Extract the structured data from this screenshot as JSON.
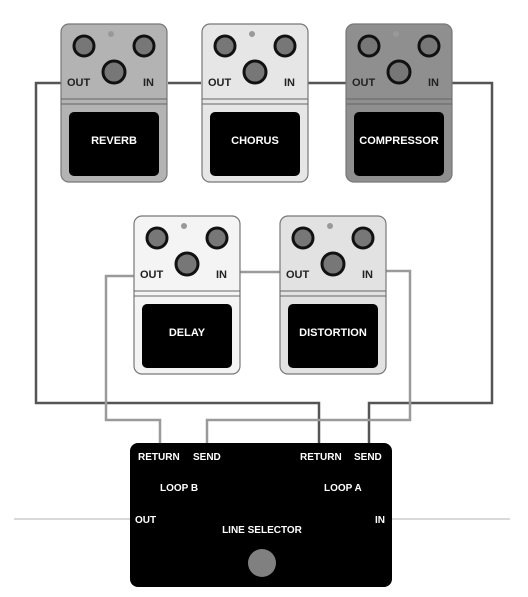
{
  "pedals": [
    {
      "name": "REVERB",
      "out_label": "OUT",
      "in_label": "IN",
      "color": "#b3b3b3"
    },
    {
      "name": "CHORUS",
      "out_label": "OUT",
      "in_label": "IN",
      "color": "#e6e6e6"
    },
    {
      "name": "COMPRESSOR",
      "out_label": "OUT",
      "in_label": "IN",
      "color": "#8f8f8f"
    },
    {
      "name": "DELAY",
      "out_label": "OUT",
      "in_label": "IN",
      "color": "#f4f4f4"
    },
    {
      "name": "DISTORTION",
      "out_label": "OUT",
      "in_label": "IN",
      "color": "#e2e2e2"
    }
  ],
  "selector": {
    "title": "LINE SELECTOR",
    "return_b": "RETURN",
    "send_b": "SEND",
    "return_a": "RETURN",
    "send_a": "SEND",
    "loop_b": "LOOP B",
    "loop_a": "LOOP A",
    "out_label": "OUT",
    "in_label": "IN"
  },
  "colors": {
    "loop_a_cable": "#555555",
    "loop_b_cable": "#9a9a9a",
    "signal_cable": "#d9d9d9",
    "selector_body": "#000000"
  }
}
